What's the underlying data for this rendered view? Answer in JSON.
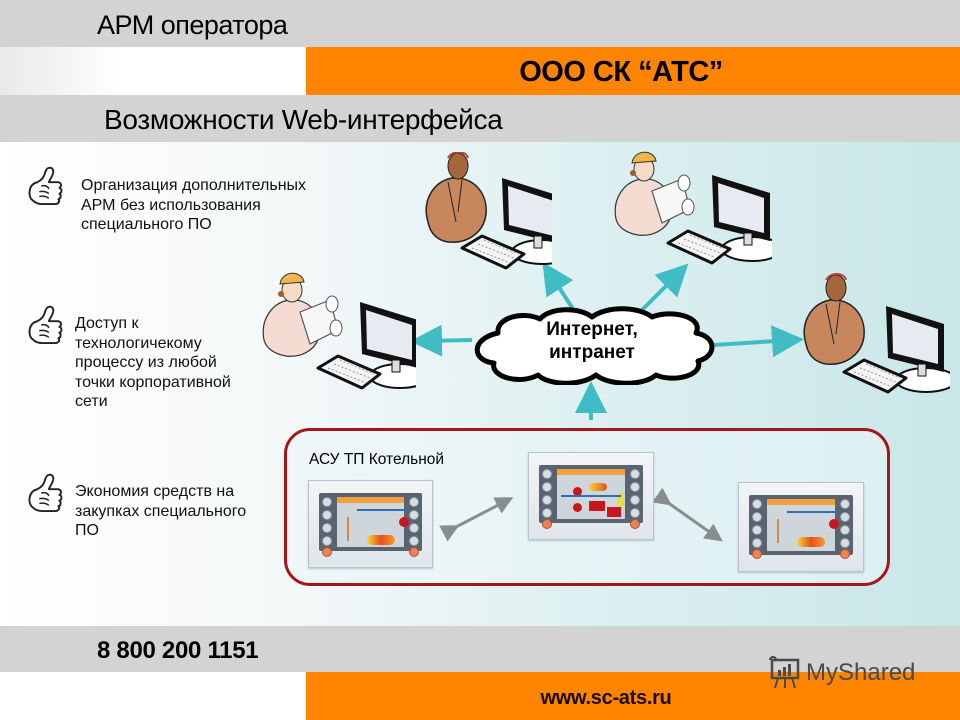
{
  "header": {
    "title": "АРМ оператора",
    "company": "ООО СК “АТС”",
    "subtitle": "Возможности Web-интерфейса"
  },
  "bullets": [
    {
      "icon": "thumbs-up-icon",
      "lines": [
        "Организация дополнительных",
        "АРМ без использования",
        "специального ПО"
      ]
    },
    {
      "icon": "thumbs-up-icon",
      "lines": [
        "Доступ к",
        "технологичекому",
        "процессу из любой",
        "точки корпоративной",
        "сети"
      ]
    },
    {
      "icon": "thumbs-up-icon",
      "lines": [
        "Экономия средств на",
        "закупках специального",
        "ПО"
      ]
    }
  ],
  "diagram": {
    "cloud_label_line1": "Интернет,",
    "cloud_label_line2": "интранет",
    "system_label": "АСУ ТП Котельной",
    "workstations": [
      {
        "id": "operator-top-left",
        "figure": "man-operator"
      },
      {
        "id": "engineer-top-right",
        "figure": "woman-engineer"
      },
      {
        "id": "engineer-left",
        "figure": "woman-engineer"
      },
      {
        "id": "operator-right",
        "figure": "man-operator"
      }
    ],
    "hmi_panels": [
      "hmi-left",
      "hmi-center",
      "hmi-right"
    ],
    "colors": {
      "arrow": "#3fbcc4",
      "frame": "#a5161a",
      "accent_orange": "#ff8400",
      "band_gray": "#d3d3d3"
    }
  },
  "footer": {
    "phone": "8 800 200 1151",
    "website": "www.sc-ats.ru",
    "watermark": "MyShared"
  }
}
